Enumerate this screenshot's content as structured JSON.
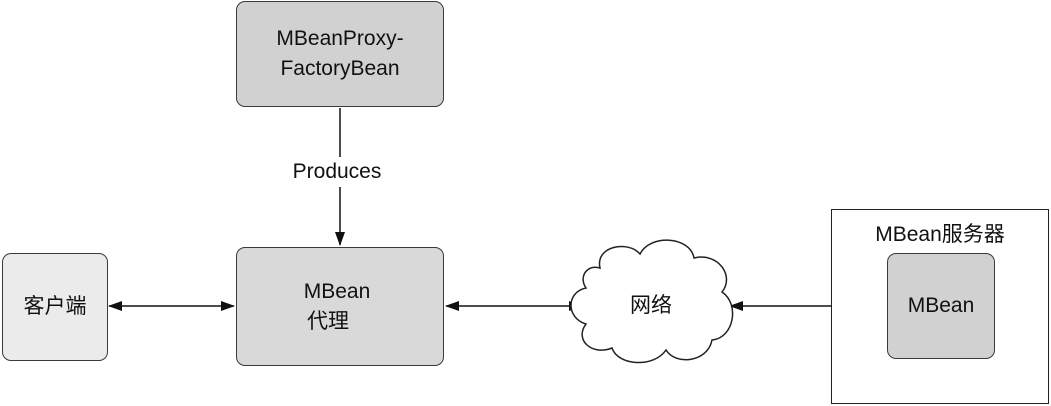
{
  "nodes": {
    "factory": {
      "line1": "MBeanProxy-",
      "line2": "FactoryBean"
    },
    "client": {
      "label": "客户端"
    },
    "proxy": {
      "line1": "MBean",
      "line2": "代理"
    },
    "network": {
      "label": "网络"
    },
    "server": {
      "title": "MBean服务器",
      "inner": "MBean"
    }
  },
  "edges": {
    "produces": {
      "label": "Produces"
    }
  },
  "colors": {
    "box_fill_dark": "#d1d1d1",
    "box_fill_light": "#ebebeb",
    "stroke": "#222222"
  }
}
